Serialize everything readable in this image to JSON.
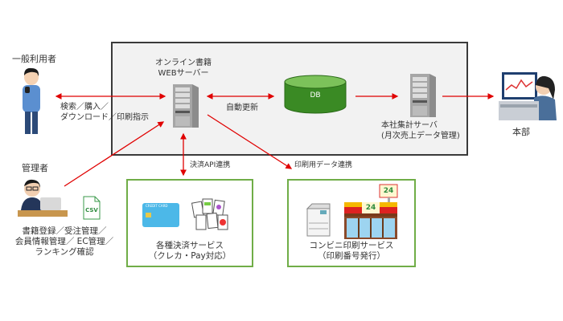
{
  "nodes": {
    "general_user": {
      "label": "一般利用者"
    },
    "admin": {
      "label": "管理者",
      "tasks": [
        "書籍登録／受注管理／",
        "会員情報管理／ EC管理／",
        "ランキング確認"
      ]
    },
    "csv": {
      "label": "CSV"
    },
    "web_server": {
      "label_lines": [
        "オンライン書籍",
        "WEBサーバー"
      ]
    },
    "db": {
      "label": "DB"
    },
    "hq_server": {
      "label_lines": [
        "本社集計サーバ",
        "(月次売上データ管理)"
      ]
    },
    "hq": {
      "label": "本部"
    },
    "payment": {
      "label_lines": [
        "各種決済サービス",
        "（クレカ・Pay対応）"
      ],
      "card_text": "CREDIT CARD"
    },
    "convenience": {
      "label_lines": [
        "コンビニ印刷サービス",
        "（印刷番号発行）"
      ],
      "sign": "24"
    }
  },
  "edges": {
    "user_web": {
      "label_lines": [
        "検索／購入／",
        "ダウンロード／印刷指示"
      ]
    },
    "web_db": {
      "label": "自動更新"
    },
    "web_payment": {
      "label": "決済API連携"
    },
    "web_convenience": {
      "label": "印刷用データ連携"
    }
  },
  "colors": {
    "arrow": "#e00000",
    "db_fill": "#3a8a24",
    "green_border": "#70ad47"
  }
}
